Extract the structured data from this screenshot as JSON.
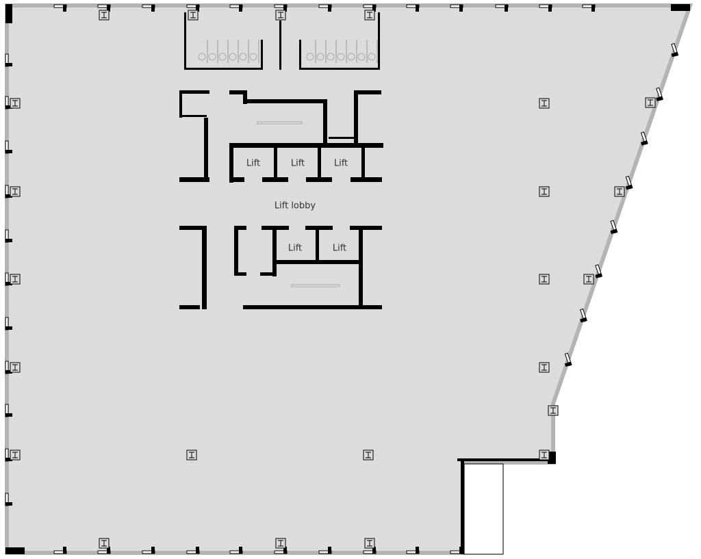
{
  "plan": {
    "floor_color": "#dcdcdc",
    "perimeter_color": "#b4b4b4",
    "wall_color": "#000000",
    "labels": {
      "lift_1": "Lift",
      "lift_2": "Lift",
      "lift_3": "Lift",
      "lift_4": "Lift",
      "lift_5": "Lift",
      "lift_lobby": "Lift lobby"
    }
  }
}
